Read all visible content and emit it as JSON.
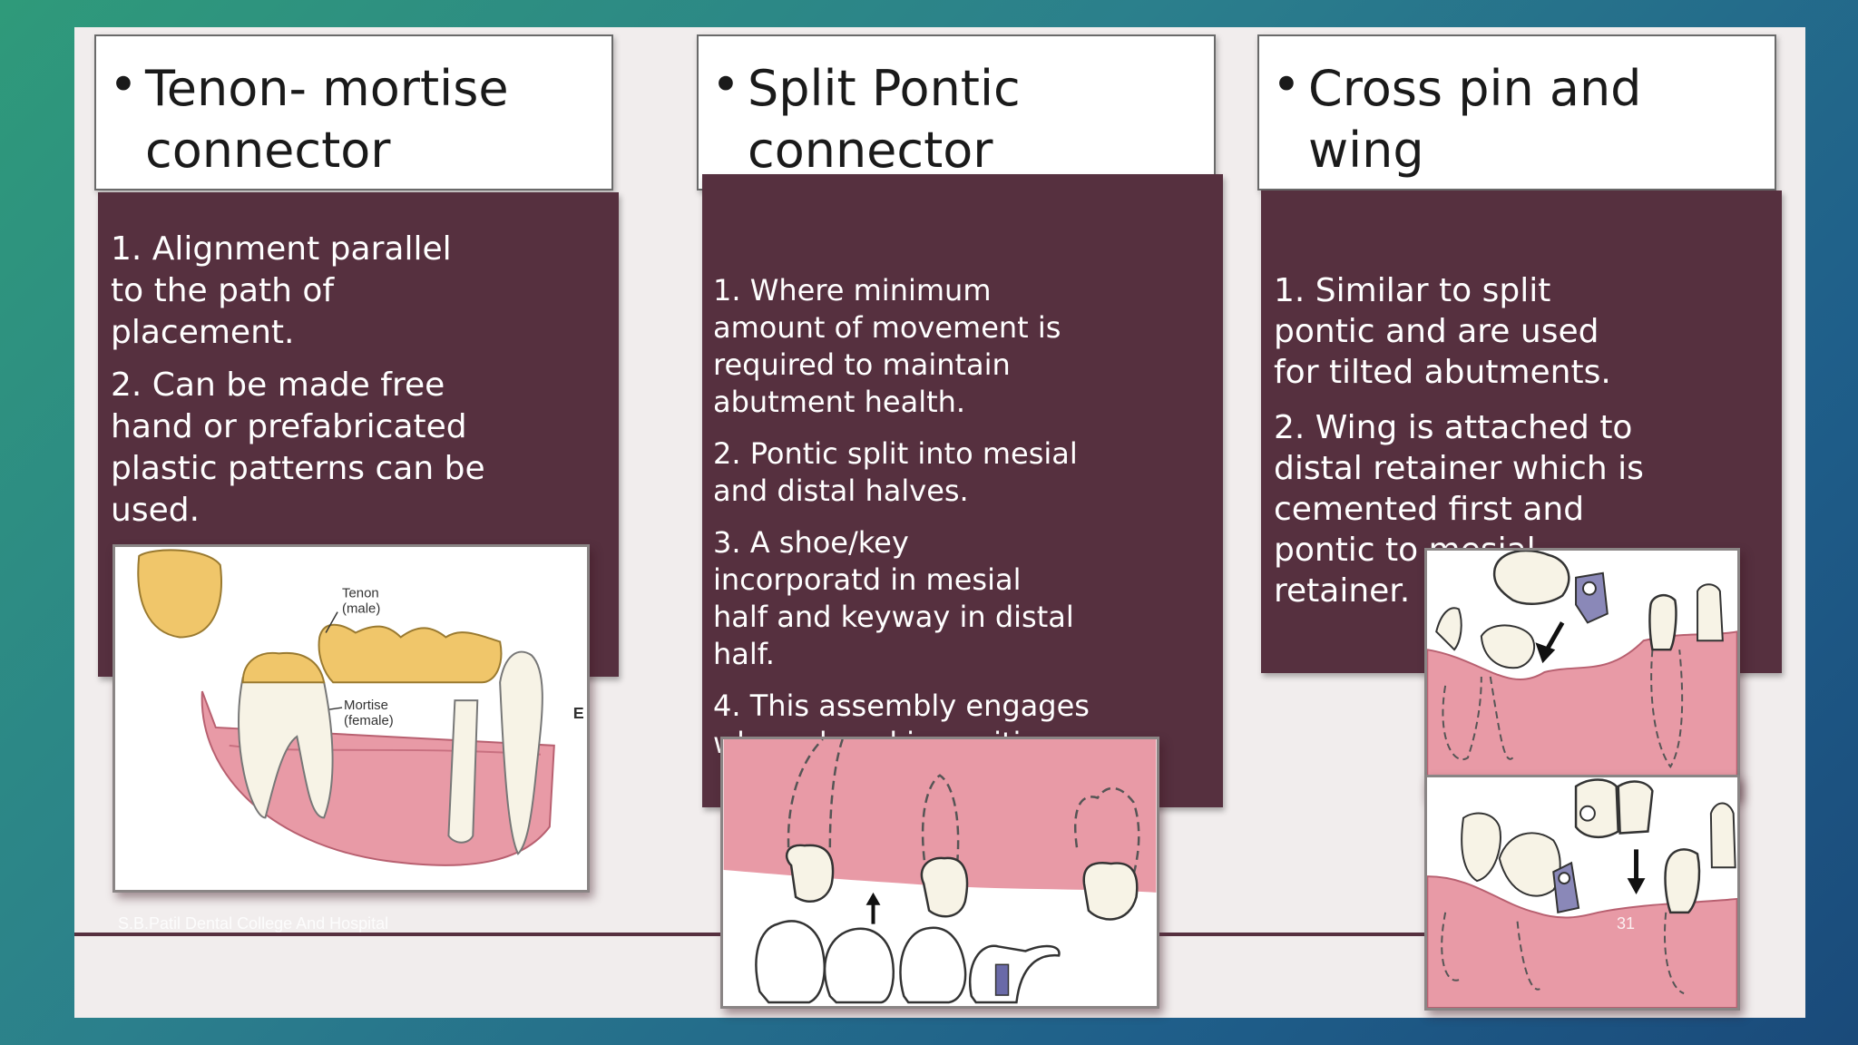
{
  "columns": [
    {
      "title_line1": "Tenon- mortise",
      "title_line2": "connector",
      "points": [
        "1. Alignment   parallel\nto the path of\nplacement.",
        "2. Can be made free\nhand or prefabricated\nplastic patterns can be\nused."
      ],
      "figure_labels": [
        "Tenon",
        "(male)",
        "Mortise",
        "(female)",
        "E"
      ]
    },
    {
      "title_line1": "Split Pontic",
      "title_line2": "connector",
      "points": [
        "1. Where minimum\namount of movement is\nrequired to maintain\nabutment health.",
        "2. Pontic split into mesial\nand distal halves.",
        "3. A shoe/key\nincorporatd in mesial\nhalf and keyway in distal\nhalf.",
        "4. This assembly engages\nwhen placed in position."
      ]
    },
    {
      "title_line1": "Cross pin and wing",
      "title_line2": "connector",
      "points": [
        "1. Similar to split\npontic and are used\nfor tilted abutments.",
        "2. Wing is attached to\ndistal retainer which is\ncemented first and\npontic to mesial\nretainer."
      ]
    }
  ],
  "footer": {
    "institution": "S.B.Patil Dental College And Hospital",
    "page_number": "31"
  },
  "colors": {
    "panel": "#56303f",
    "gum": "#e89aa6",
    "tooth": "#f7f3e6",
    "gold": "#f0c66a"
  }
}
